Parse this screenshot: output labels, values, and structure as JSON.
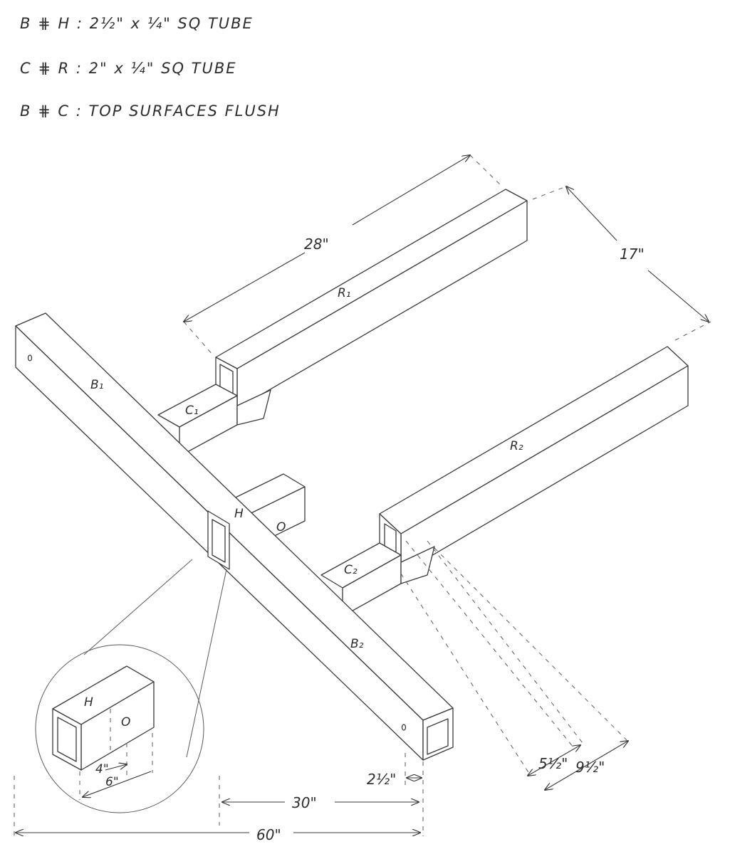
{
  "notes": [
    "B ⋕ H : 2½\" x ¼\" SQ TUBE",
    "C ⋕ R : 2\" x ¼\" SQ TUBE",
    "B ⋕ C : TOP SURFACES FLUSH"
  ],
  "parts": {
    "b1": "B₁",
    "b2": "B₂",
    "c1": "C₁",
    "c2": "C₂",
    "r1": "R₁",
    "r2": "R₂",
    "h": "H",
    "hole": "O"
  },
  "detail": {
    "h": "H",
    "hole": "O",
    "dim_4": "4\"",
    "dim_6": "6\""
  },
  "dimensions": {
    "d28": "28\"",
    "d17": "17\"",
    "d30": "30\"",
    "d60": "60\"",
    "d2_5": "2½\"",
    "d5_5": "5½\"",
    "d9_5": "9½\""
  }
}
